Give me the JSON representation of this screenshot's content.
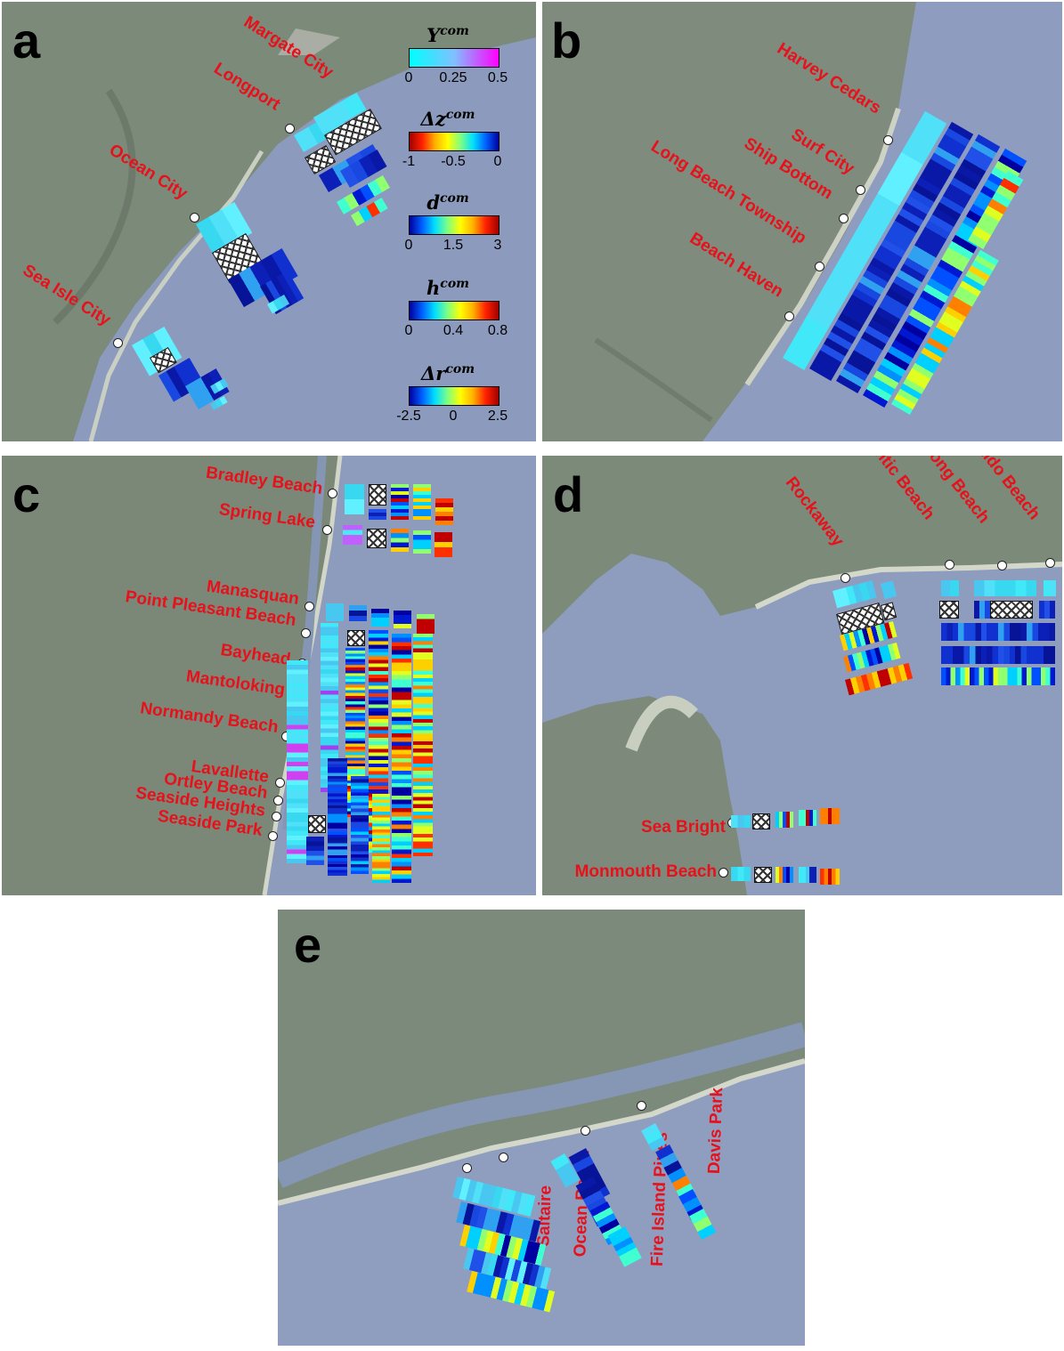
{
  "panels": [
    {
      "label": "a",
      "towns": [
        "Margate City",
        "Longport",
        "Ocean City",
        "Sea Isle City"
      ]
    },
    {
      "label": "b",
      "towns": [
        "Harvey Cedars",
        "Surf City",
        "Ship Bottom",
        "Long Beach Township",
        "Beach Haven"
      ]
    },
    {
      "label": "c",
      "towns": [
        "Bradley Beach",
        "Spring Lake",
        "Manasquan",
        "Point Pleasant Beach",
        "Bayhead",
        "Mantoloking",
        "Normandy Beach",
        "Lavallette",
        "Ortley Beach",
        "Seaside Heights",
        "Seaside Park"
      ]
    },
    {
      "label": "d",
      "towns": [
        "Rockaway",
        "Atlantic Beach",
        "Long Beach",
        "Lido Beach",
        "Sea Bright",
        "Monmouth Beach"
      ]
    },
    {
      "label": "e",
      "towns": [
        "Saltaire",
        "Ocean Beach",
        "Fire Island Pines",
        "Davis Park"
      ]
    }
  ],
  "legend": [
    {
      "symbol": "Y",
      "superscript": "com",
      "ticks": [
        "0",
        "0.25",
        "0.5"
      ],
      "colormap": "cool"
    },
    {
      "symbol": "Δz",
      "superscript": "com",
      "ticks": [
        "-1",
        "-0.5",
        "0"
      ],
      "colormap": "jet-reversed"
    },
    {
      "symbol": "d",
      "superscript": "com",
      "ticks": [
        "0",
        "1.5",
        "3"
      ],
      "colormap": "jet"
    },
    {
      "symbol": "h",
      "superscript": "com",
      "ticks": [
        "0",
        "0.4",
        "0.8"
      ],
      "colormap": "jet"
    },
    {
      "symbol": "Δr",
      "superscript": "com",
      "ticks": [
        "-2.5",
        "0",
        "2.5"
      ],
      "colormap": "jet"
    }
  ],
  "colors": {
    "town_label": "#e8101a",
    "water": "#8f9fc0",
    "land": "#7d8a7c",
    "cyan": "#4ee8f5",
    "navy": "#0a1aa8"
  }
}
